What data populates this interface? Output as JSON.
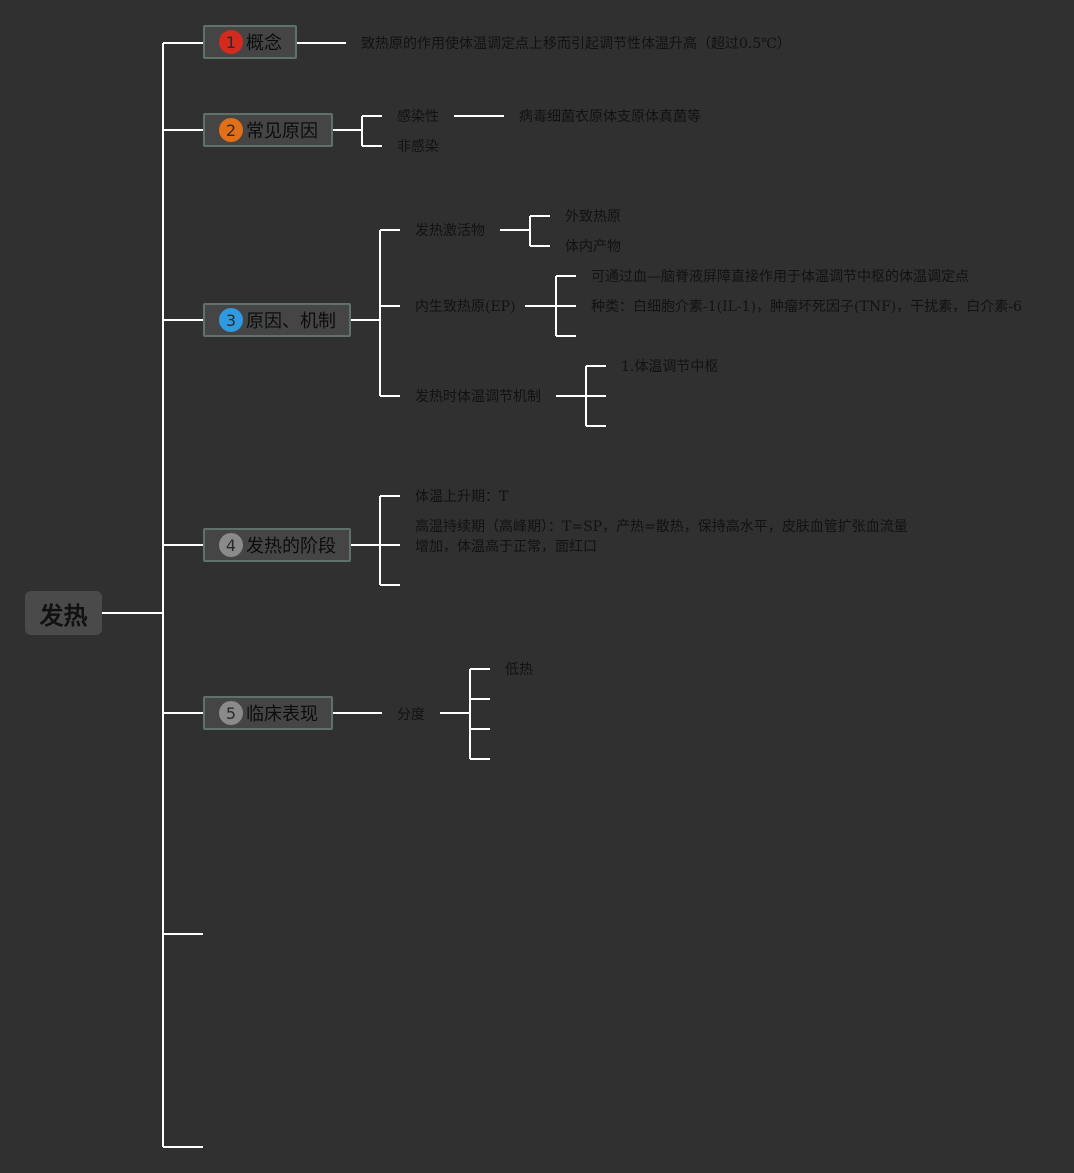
{
  "root": {
    "label": "发热"
  },
  "topics": [
    {
      "num": "1",
      "label": "概念",
      "badge_color": "#d42a1d"
    },
    {
      "num": "2",
      "label": "常见原因",
      "badge_color": "#e26e17"
    },
    {
      "num": "3",
      "label": "原因、机制",
      "badge_color": "#2f9ae0"
    },
    {
      "num": "4",
      "label": "发热的阶段",
      "badge_color": "#8a8a8a"
    },
    {
      "num": "5",
      "label": "临床表现",
      "badge_color": "#8a8a8a"
    }
  ],
  "concept": {
    "definition": "致热原的作用使体温调定点上移而引起调节性体温升高（超过0.5℃）"
  },
  "causes": {
    "infectious": "感染性",
    "infectious_detail": "病毒细菌衣原体支原体真菌等",
    "noninfectious": "非感染"
  },
  "mechanism": {
    "activator": "发热激活物",
    "activator_items": [
      "外致热原",
      "体内产物"
    ],
    "ep": "内生致热原(EP)",
    "ep_items": [
      "可通过血—脑脊液屏障直接作用于体温调节中枢的体温调定点",
      "种类：白细胞介素-1(IL-1)，肿瘤坏死因子(TNF)，干扰素，白介素-6"
    ],
    "regulation": "发热时体温调节机制",
    "regulation_items": [
      "1.体温调节中枢"
    ]
  },
  "stages": {
    "rise": "体温上升期：T",
    "plateau_line1": "高温持续期（高峰期）：T=SP，产热=散热，保持高水平，皮肤血管扩张血流量",
    "plateau_line2": "增加，体温高于正常，面红口"
  },
  "clinical": {
    "grading": "分度",
    "grading_items": [
      "低热"
    ]
  },
  "colors": {
    "background": "#303030",
    "line": "#ffffff"
  }
}
